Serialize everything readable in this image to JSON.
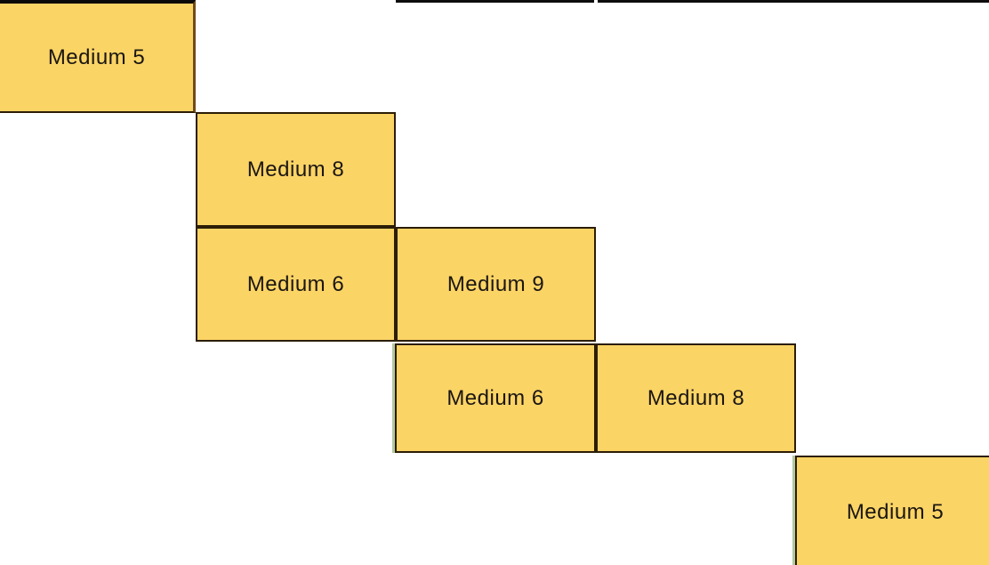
{
  "tiles": [
    {
      "label": "Medium 5",
      "row": 1,
      "col": 1,
      "green_edge": false
    },
    {
      "label": "Medium 8",
      "row": 2,
      "col": 2,
      "green_edge": false
    },
    {
      "label": "Medium 6",
      "row": 3,
      "col": 2,
      "green_edge": false
    },
    {
      "label": "Medium 9",
      "row": 3,
      "col": 3,
      "green_edge": false
    },
    {
      "label": "Medium 6",
      "row": 4,
      "col": 3,
      "green_edge": true
    },
    {
      "label": "Medium 8",
      "row": 4,
      "col": 4,
      "green_edge": false
    },
    {
      "label": "Medium 5",
      "row": 5,
      "col": 5,
      "green_edge": true
    }
  ],
  "colors": {
    "background": "#FFFFFF",
    "tile_fill": "#FBD466",
    "tile_border": "#2B1D07",
    "tile1_top_border": "#0A0A0A",
    "tile1_right_border": "#6F4A1D",
    "green_edge": "#B3C9A2",
    "top_line": "#0D0D0D",
    "label_text": "#1B1611"
  }
}
